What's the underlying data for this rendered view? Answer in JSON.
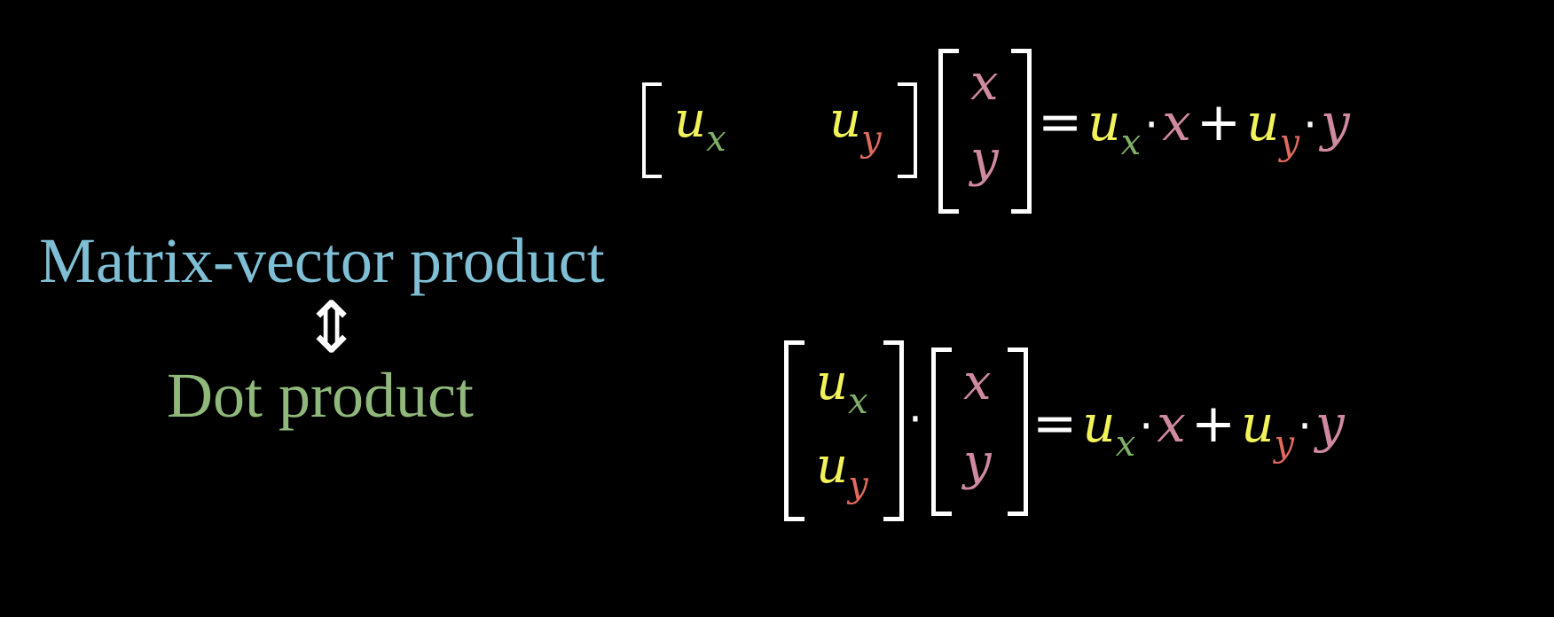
{
  "labels": {
    "matrix_vector": "Matrix-vector product",
    "equivalence_arrow": "⇕",
    "dot_product": "Dot product"
  },
  "symbols": {
    "u": "u",
    "x": "x",
    "y": "y",
    "equals": "=",
    "plus": "+",
    "dot": "·"
  },
  "colors": {
    "background": "#000000",
    "matrix_vector_label": "#7fbfd5",
    "dot_product_label": "#8fb87a",
    "u": "#f2f25a",
    "sub_x": "#7fb068",
    "sub_y": "#e06a5e",
    "vec_xy": "#d08aa0",
    "bracket": "#ffffff"
  }
}
